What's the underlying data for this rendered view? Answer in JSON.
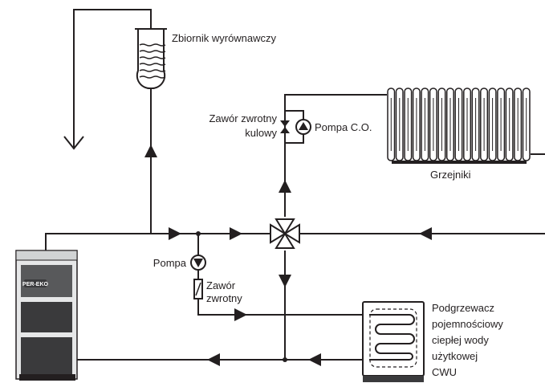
{
  "labels": {
    "expansion_tank": "Zbiornik wyrównawczy",
    "check_valve_ball_line1": "Zawór zwrotny",
    "check_valve_ball_line2": "kulowy",
    "pump_co": "Pompa C.O.",
    "radiators": "Grzejniki",
    "pump": "Pompa",
    "check_valve_line1": "Zawór",
    "check_valve_line2": "zwrotny",
    "heater_line1": "Podgrzewacz",
    "heater_line2": "pojemnościowy",
    "heater_line3": "ciepłej wody",
    "heater_line4": "użytkowej",
    "heater_line5": "CWU"
  },
  "boiler": {
    "brand": "PER-EKO"
  },
  "colors": {
    "line": "#231f20",
    "boiler_body": "#e6e7e8",
    "boiler_panel": "#58595b",
    "boiler_dark": "#3a3a3c",
    "radiator_fill": "#ffffff"
  },
  "radiator": {
    "section_count": 17
  },
  "tank": {
    "water_line_count": 6
  }
}
